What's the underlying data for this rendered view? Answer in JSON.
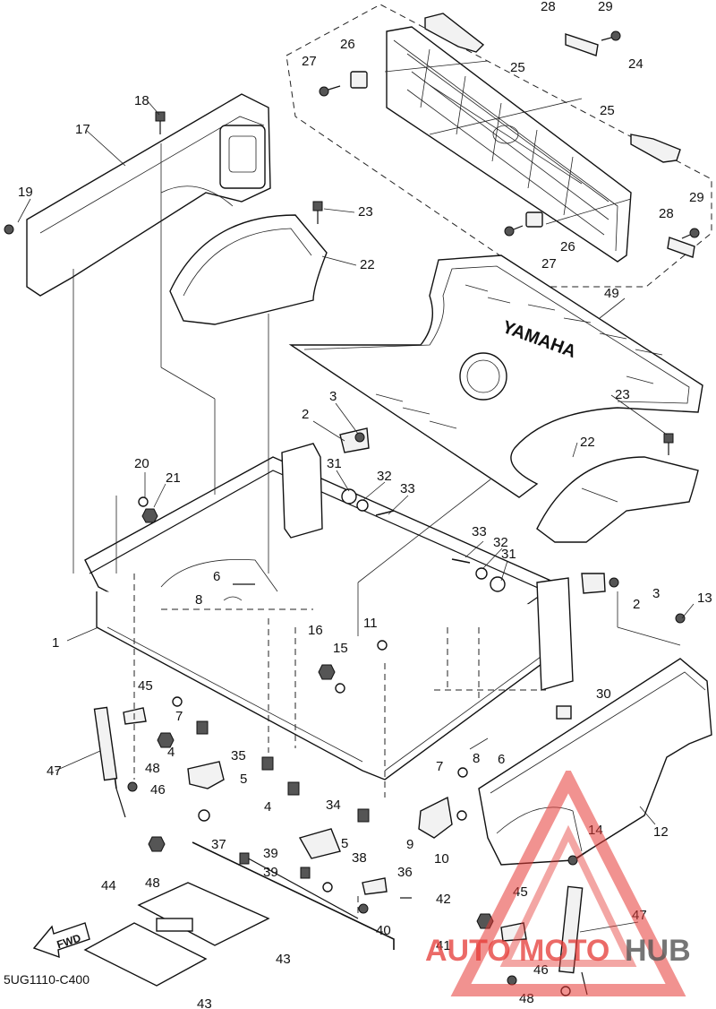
{
  "diagram": {
    "code": "5UG1110-C400",
    "fwd_label": "FWD",
    "deck_text": "YAMAHA",
    "callouts": [
      "1",
      "2",
      "2",
      "3",
      "3",
      "4",
      "4",
      "5",
      "5",
      "6",
      "6",
      "7",
      "7",
      "8",
      "8",
      "9",
      "10",
      "11",
      "12",
      "13",
      "14",
      "15",
      "16",
      "17",
      "18",
      "19",
      "20",
      "21",
      "22",
      "22",
      "23",
      "23",
      "24",
      "25",
      "25",
      "26",
      "26",
      "27",
      "27",
      "28",
      "28",
      "29",
      "29",
      "30",
      "31",
      "31",
      "32",
      "32",
      "33",
      "33",
      "34",
      "35",
      "36",
      "37",
      "38",
      "39",
      "39",
      "40",
      "41",
      "42",
      "43",
      "43",
      "44",
      "45",
      "45",
      "46",
      "46",
      "47",
      "47",
      "48",
      "48",
      "48",
      "49"
    ]
  },
  "watermark": {
    "brand_left": "AUTO",
    "brand_mid": "MOTO",
    "brand_right": "HUB",
    "color_primary": "#e53935",
    "color_secondary": "#555555"
  }
}
